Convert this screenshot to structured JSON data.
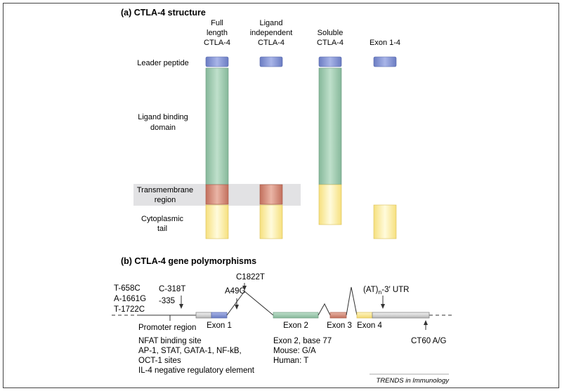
{
  "panel_a": {
    "title": "(a) CTLA-4 structure",
    "columns": [
      [
        "Full",
        "length",
        "CTLA-4"
      ],
      [
        "Ligand",
        "independent",
        "CTLA-4"
      ],
      [
        "Soluble",
        "CTLA-4"
      ],
      [
        "Exon 1-4"
      ]
    ],
    "rows": {
      "leader": "Leader peptide",
      "ligand_1": "Ligand binding",
      "ligand_2": "domain",
      "tm_1": "Transmembrane",
      "tm_2": "region",
      "cyto_1": "Cytoplasmic",
      "cyto_2": "tail"
    }
  },
  "panel_b": {
    "title": "(b) CTLA-4 gene polymorphisms",
    "left_snps": [
      "T-658C",
      "A-1661G",
      "T-1722C"
    ],
    "c318t": "C-318T",
    "minus335": "-335",
    "a49g": "A49G",
    "c1822t": "C1822T",
    "at_prefix": "(AT)",
    "at_sub": "n",
    "at_suffix": "-3′ UTR",
    "exons": [
      "Exon 1",
      "Exon 2",
      "Exon 3",
      "Exon 4"
    ],
    "promoter": "Promoter region",
    "promoter_notes": [
      "NFAT binding site",
      "AP-1, STAT, GATA-1, NF-kB,",
      "OCT-1 sites",
      "IL-4 negative regulatory element"
    ],
    "exon2_notes": [
      "Exon 2, base 77",
      "Mouse: G/A",
      "Human: T"
    ],
    "ct60": "CT60 A/G"
  },
  "credit": "TRENDS in Immunology",
  "colors": {
    "leader": "#8f9fd8",
    "ligand": "#9ccaaf",
    "tm": "#d99282",
    "cyto": "#fbf0a8",
    "tm_band": "#e2e2e4",
    "exon1": "#8f9fd8",
    "exon2": "#9ccaaf",
    "exon3": "#d99282",
    "exon4": "#fbf0a8",
    "utr": "#d4d4d4"
  }
}
